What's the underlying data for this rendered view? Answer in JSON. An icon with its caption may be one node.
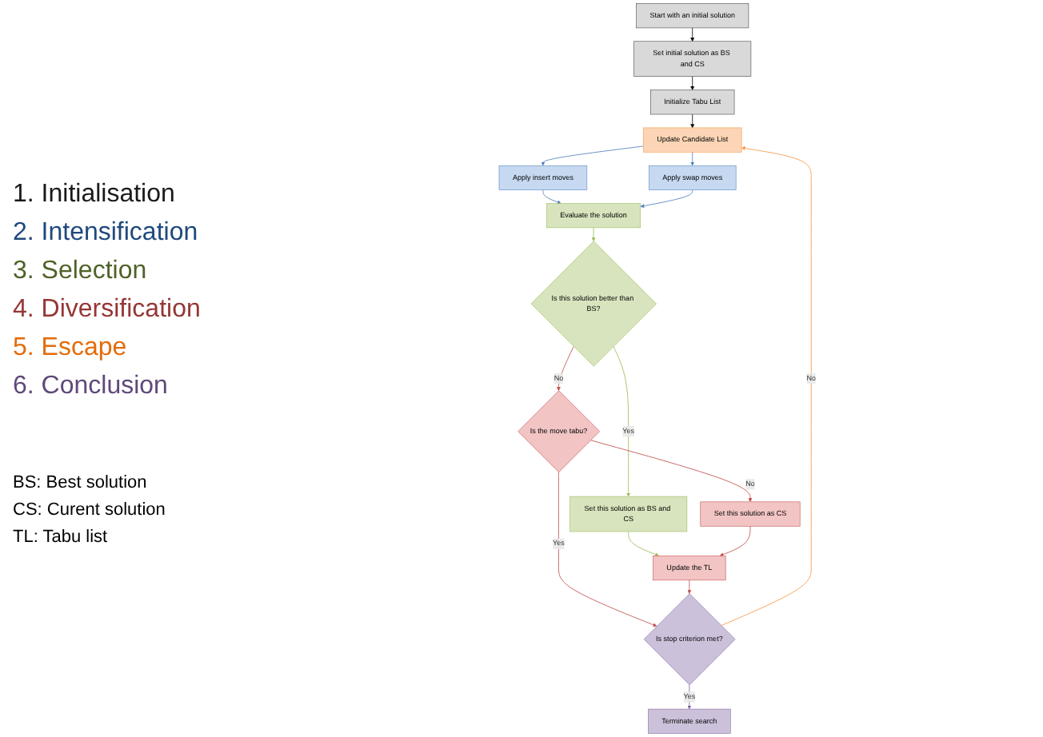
{
  "diagram": {
    "nodes": [
      {
        "text": [
          "Start with an initial solution"
        ]
      },
      {
        "text": [
          "Set initial solution as BS and CS"
        ]
      },
      {
        "text": [
          "Initialize Tabu List"
        ]
      },
      {
        "text": [
          "Update Candidate List"
        ]
      },
      {
        "text": [
          "Apply insert moves"
        ]
      },
      {
        "text": [
          "Apply swap moves"
        ]
      },
      {
        "text": [
          "Evaluate the solution"
        ]
      },
      {
        "text": [
          "Is this solution better than BS?"
        ]
      },
      {
        "text": [
          "Is the move tabu?"
        ]
      },
      {
        "text": [
          "Set this solution as BS and CS"
        ]
      },
      {
        "text": [
          "Set this solution as CS"
        ]
      },
      {
        "text": [
          "Update the TL"
        ]
      },
      {
        "text": [
          "Is stop criterion met?"
        ]
      },
      {
        "text": [
          "Terminate search"
        ]
      }
    ],
    "edges": [
      {
        "from": 0,
        "to": 1,
        "arrow": "to",
        "color": "#000000"
      },
      {
        "from": 1,
        "to": 2,
        "arrow": "to",
        "color": "#000000"
      },
      {
        "from": 2,
        "to": 3,
        "arrow": "to",
        "color": "#000000"
      },
      {
        "from": 3,
        "to": 4,
        "arrow": "to",
        "color": "#4f81bd"
      },
      {
        "from": 3,
        "to": 5,
        "arrow": "to",
        "color": "#4f81bd"
      },
      {
        "from": 4,
        "to": 6,
        "arrow": "to",
        "color": "#4f81bd"
      },
      {
        "from": 5,
        "to": 6,
        "arrow": "to",
        "color": "#4f81bd"
      },
      {
        "from": 6,
        "to": 7,
        "arrow": "to",
        "color": "#9bbb59"
      },
      {
        "from": 7,
        "to": 8,
        "arrow": "to",
        "label": "No"
      },
      {
        "from": 7,
        "to": 9,
        "arrow": "to",
        "label": "Yes",
        "color": "#9bbb59"
      },
      {
        "from": 8,
        "to": 10,
        "arrow": "to",
        "label": "No"
      },
      {
        "from": 8,
        "to": 12,
        "arrow": "to",
        "label": "Yes"
      },
      {
        "from": 9,
        "to": 11,
        "arrow": "to",
        "color": "#9bbb59"
      },
      {
        "from": 10,
        "to": 11,
        "arrow": "to"
      },
      {
        "from": 11,
        "to": 12,
        "arrow": "to"
      },
      {
        "from": 12,
        "to": 3,
        "arrow": "to",
        "label": "No",
        "color": "#f79646"
      },
      {
        "from": 12,
        "to": 13,
        "arrow": "to",
        "label": "Yes",
        "color": "#8064a2"
      }
    ],
    "labels": [
      "BS:  Best solution",
      "CS: Curent solution",
      "TL: Tabu list"
    ],
    "legend": [
      {
        "text": "1. Initialisation",
        "color": "#1a1a1a"
      },
      {
        "text": "2. Intensification",
        "color": "#1f497d"
      },
      {
        "text": "3. Selection",
        "color": "#4f6228"
      },
      {
        "text": "4. Diversification",
        "color": "#953735"
      },
      {
        "text": "5. Escape",
        "color": "#e46c0a"
      },
      {
        "text": "6. Conclusion",
        "color": "#5f497a"
      }
    ]
  }
}
